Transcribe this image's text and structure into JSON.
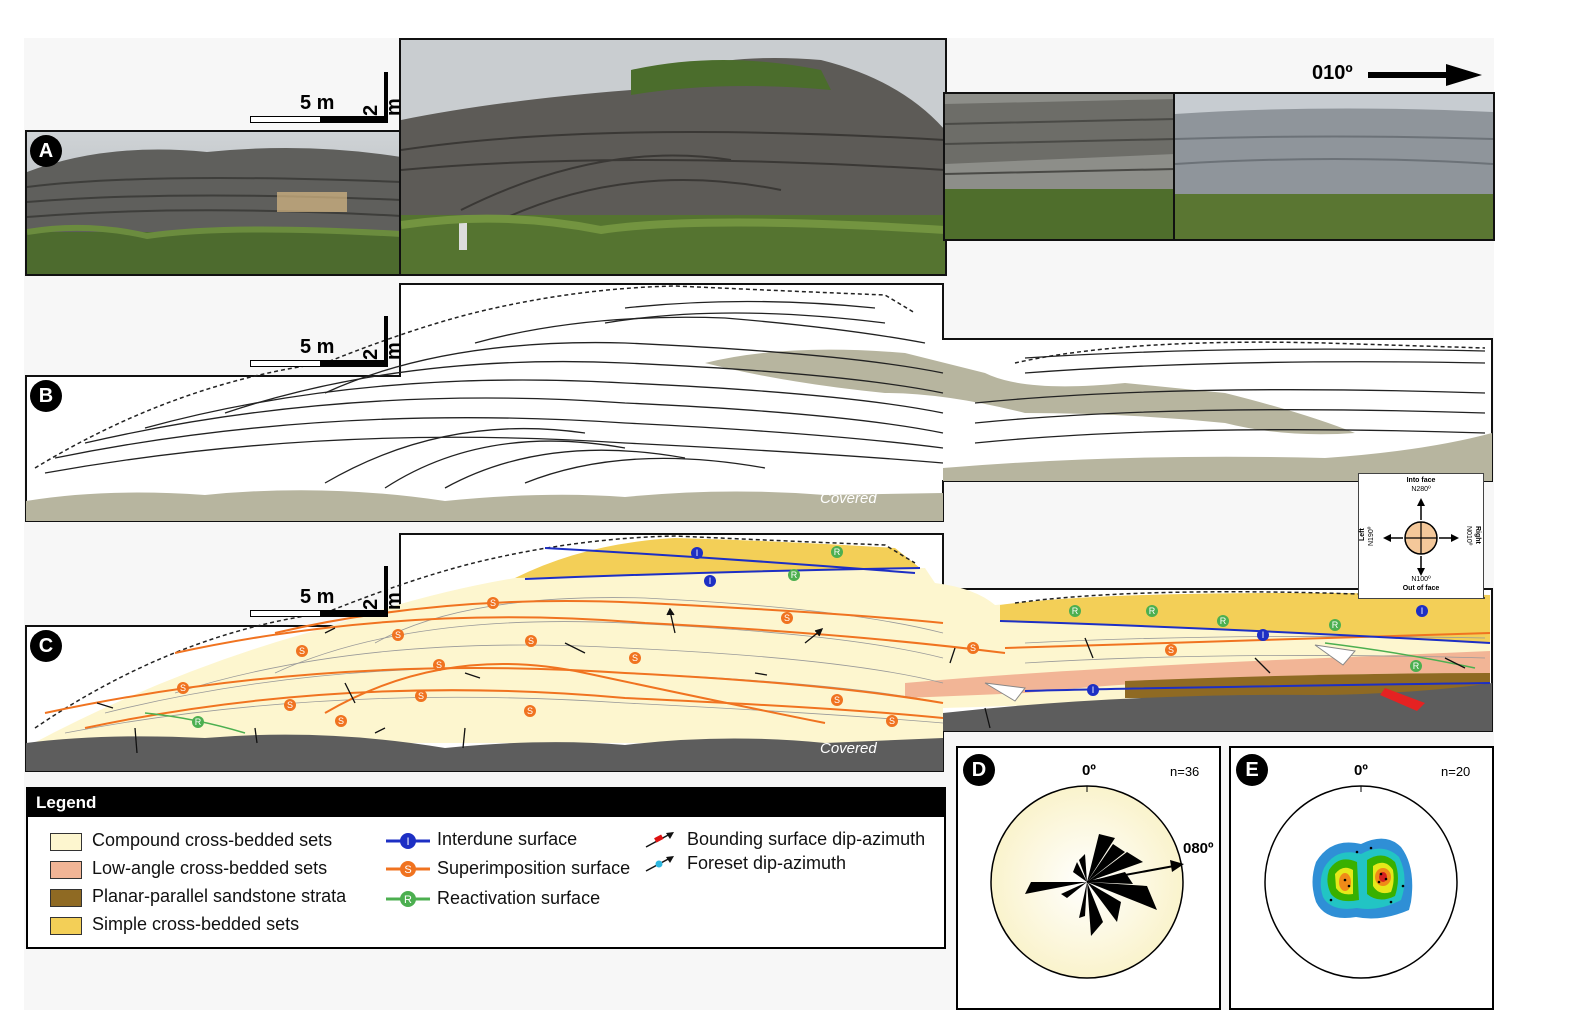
{
  "panels": {
    "a": {
      "letter": "A",
      "scale_horizontal": "5 m",
      "scale_vertical": "2 m"
    },
    "b": {
      "letter": "B",
      "scale_horizontal": "5 m",
      "scale_vertical": "2 m",
      "covered_label": "Covered"
    },
    "c": {
      "letter": "C",
      "scale_horizontal": "5 m",
      "scale_vertical": "2 m",
      "covered_label": "Covered"
    },
    "d": {
      "letter": "D",
      "north": "0º",
      "n": "n=36",
      "mean_azimuth": "080º",
      "mean_azimuth_deg": 80
    },
    "e": {
      "letter": "E",
      "north": "0º",
      "n": "n=20"
    }
  },
  "orientation": {
    "direction": "010º"
  },
  "compass": {
    "top_line1": "Into face",
    "top_line2": "N280º",
    "bottom_line1": "N100º",
    "bottom_line2": "Out of face",
    "left_line1": "Left",
    "left_line2": "N190º",
    "right_line1": "Right",
    "right_line2": "N010º"
  },
  "legend": {
    "title": "Legend",
    "fills": [
      {
        "label": "Compound cross-bedded sets",
        "color": "#fdf6cf"
      },
      {
        "label": "Low-angle cross-bedded sets",
        "color": "#f2b596"
      },
      {
        "label": "Planar-parallel sandstone strata",
        "color": "#8f6a23"
      },
      {
        "label": "Simple cross-bedded sets",
        "color": "#f3cf57"
      }
    ],
    "lines": [
      {
        "label": "Interdune surface",
        "symbol": "I",
        "color": "#1d2fc4"
      },
      {
        "label": "Superimposition surface",
        "symbol": "S",
        "color": "#f07320"
      },
      {
        "label": "Reactivation surface",
        "symbol": "R",
        "color": "#4caf50"
      }
    ],
    "arrows": [
      {
        "label": "Bounding surface dip-azimuth",
        "color": "#d11"
      },
      {
        "label": "Foreset dip-azimuth",
        "color": "#2cb7e0"
      }
    ]
  },
  "colors": {
    "covered_b": "#b7b59f",
    "covered_c": "#5d5d5d",
    "sand": "#fdf6cf"
  }
}
